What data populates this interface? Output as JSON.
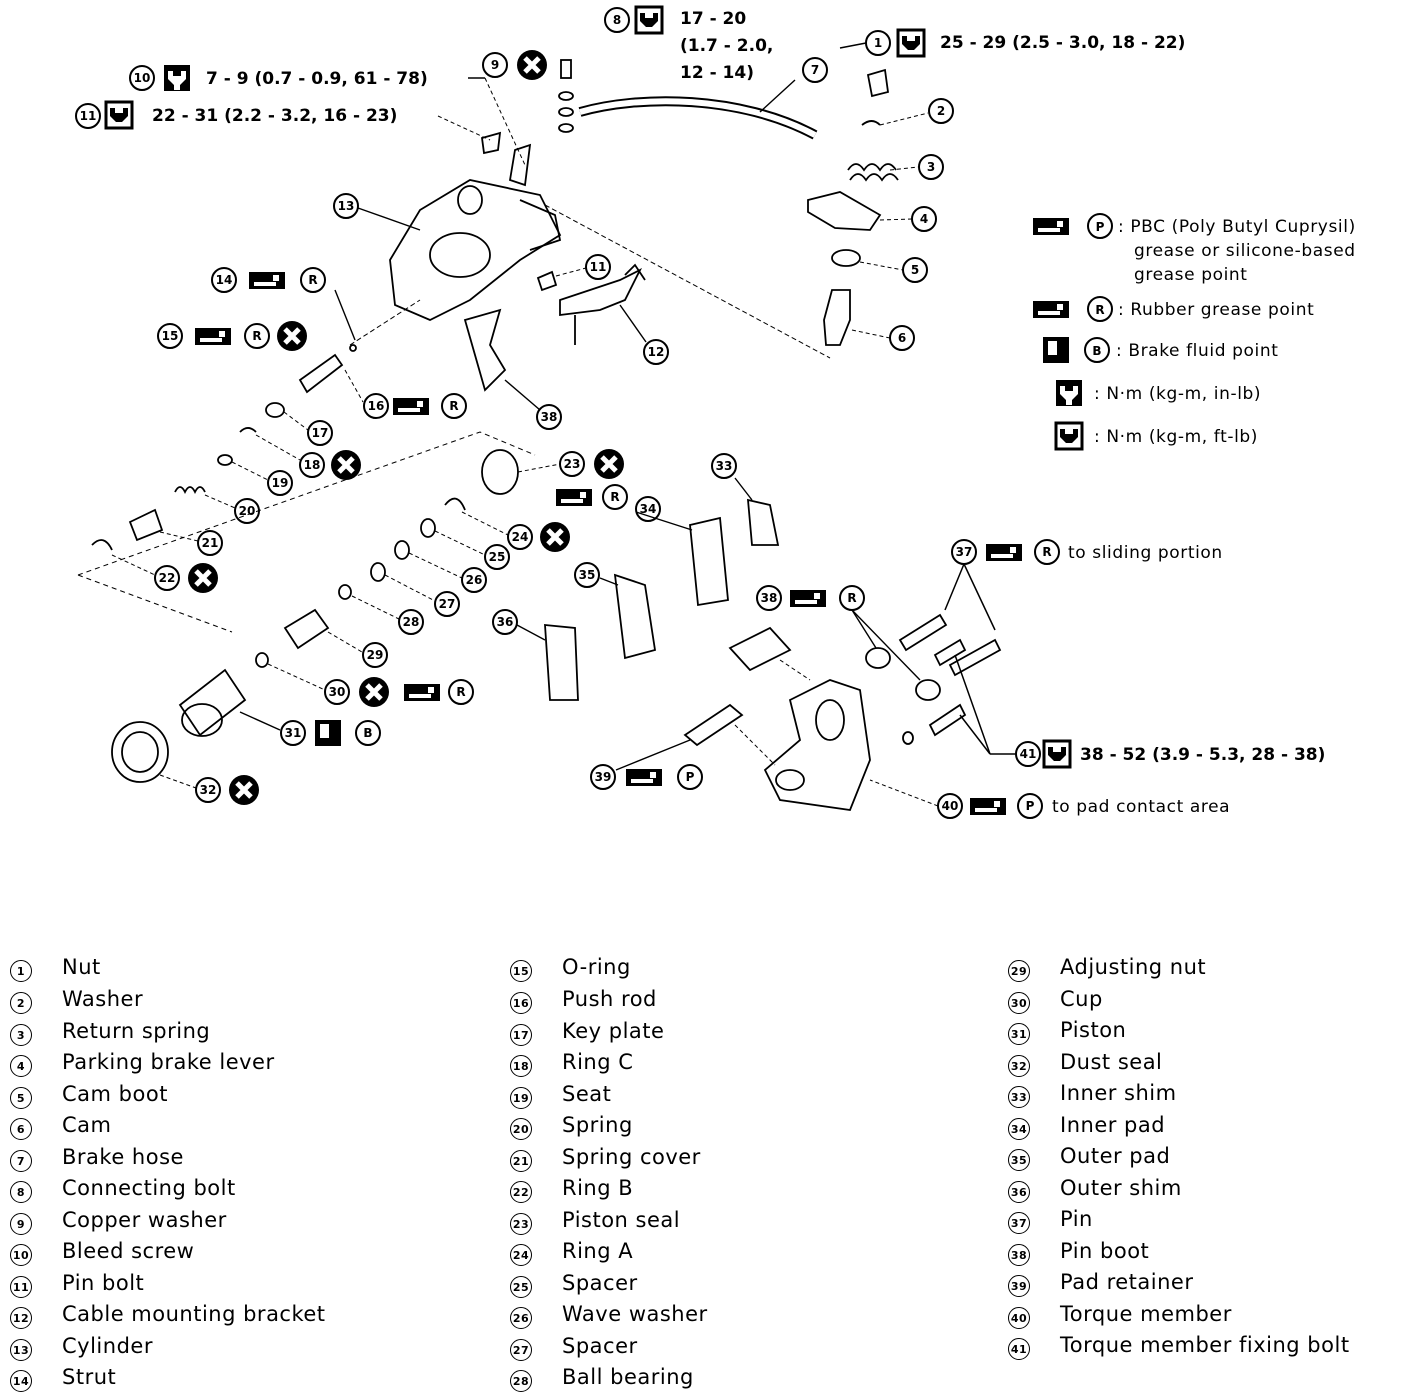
{
  "callouts": {
    "c1": {
      "num": "1",
      "value": "25 - 29 (2.5 - 3.0, 18 - 22)"
    },
    "c8": {
      "num": "8",
      "line1": "17 - 20",
      "line2": "(1.7 - 2.0,",
      "line3": "12 - 14)"
    },
    "c10": {
      "num": "10",
      "value": "7 - 9 (0.7 - 0.9, 61 - 78)"
    },
    "c11": {
      "num": "11",
      "value": "22 - 31 (2.2 - 3.2, 16 - 23)"
    },
    "c37": {
      "num": "37",
      "value": "to sliding portion"
    },
    "c40": {
      "num": "40",
      "value": "to pad contact area"
    },
    "c41": {
      "num": "41",
      "value": "38 - 52 (3.9 - 5.3, 28 - 38)"
    }
  },
  "symbol_legend": {
    "pbc_line1": ": PBC (Poly Butyl Cuprysil)",
    "pbc_line2": "grease or silicone-based",
    "pbc_line3": "grease point",
    "rubber": ": Rubber grease point",
    "brake_fluid": ": Brake fluid point",
    "nm_inlb": ": N·m (kg-m, in-lb)",
    "nm_ftlb": ": N·m (kg-m, ft-lb)",
    "p_letter": "P",
    "r_letter": "R",
    "b_letter": "B"
  },
  "parts_col1": [
    {
      "n": "1",
      "name": "Nut"
    },
    {
      "n": "2",
      "name": "Washer"
    },
    {
      "n": "3",
      "name": "Return spring"
    },
    {
      "n": "4",
      "name": "Parking brake lever"
    },
    {
      "n": "5",
      "name": "Cam boot"
    },
    {
      "n": "6",
      "name": "Cam"
    },
    {
      "n": "7",
      "name": "Brake hose"
    },
    {
      "n": "8",
      "name": "Connecting bolt"
    },
    {
      "n": "9",
      "name": "Copper washer"
    },
    {
      "n": "10",
      "name": "Bleed screw"
    },
    {
      "n": "11",
      "name": "Pin bolt"
    },
    {
      "n": "12",
      "name": "Cable mounting bracket"
    },
    {
      "n": "13",
      "name": "Cylinder"
    },
    {
      "n": "14",
      "name": "Strut"
    }
  ],
  "parts_col2": [
    {
      "n": "15",
      "name": "O-ring"
    },
    {
      "n": "16",
      "name": "Push rod"
    },
    {
      "n": "17",
      "name": "Key plate"
    },
    {
      "n": "18",
      "name": "Ring C"
    },
    {
      "n": "19",
      "name": "Seat"
    },
    {
      "n": "20",
      "name": "Spring"
    },
    {
      "n": "21",
      "name": "Spring cover"
    },
    {
      "n": "22",
      "name": "Ring B"
    },
    {
      "n": "23",
      "name": "Piston seal"
    },
    {
      "n": "24",
      "name": "Ring A"
    },
    {
      "n": "25",
      "name": "Spacer"
    },
    {
      "n": "26",
      "name": "Wave washer"
    },
    {
      "n": "27",
      "name": "Spacer"
    },
    {
      "n": "28",
      "name": "Ball bearing"
    }
  ],
  "parts_col3": [
    {
      "n": "29",
      "name": "Adjusting nut"
    },
    {
      "n": "30",
      "name": "Cup"
    },
    {
      "n": "31",
      "name": "Piston"
    },
    {
      "n": "32",
      "name": "Dust seal"
    },
    {
      "n": "33",
      "name": "Inner shim"
    },
    {
      "n": "34",
      "name": "Inner pad"
    },
    {
      "n": "35",
      "name": "Outer pad"
    },
    {
      "n": "36",
      "name": "Outer shim"
    },
    {
      "n": "37",
      "name": "Pin"
    },
    {
      "n": "38",
      "name": "Pin boot"
    },
    {
      "n": "39",
      "name": "Pad retainer"
    },
    {
      "n": "40",
      "name": "Torque member"
    },
    {
      "n": "41",
      "name": "Torque member fixing bolt"
    }
  ]
}
